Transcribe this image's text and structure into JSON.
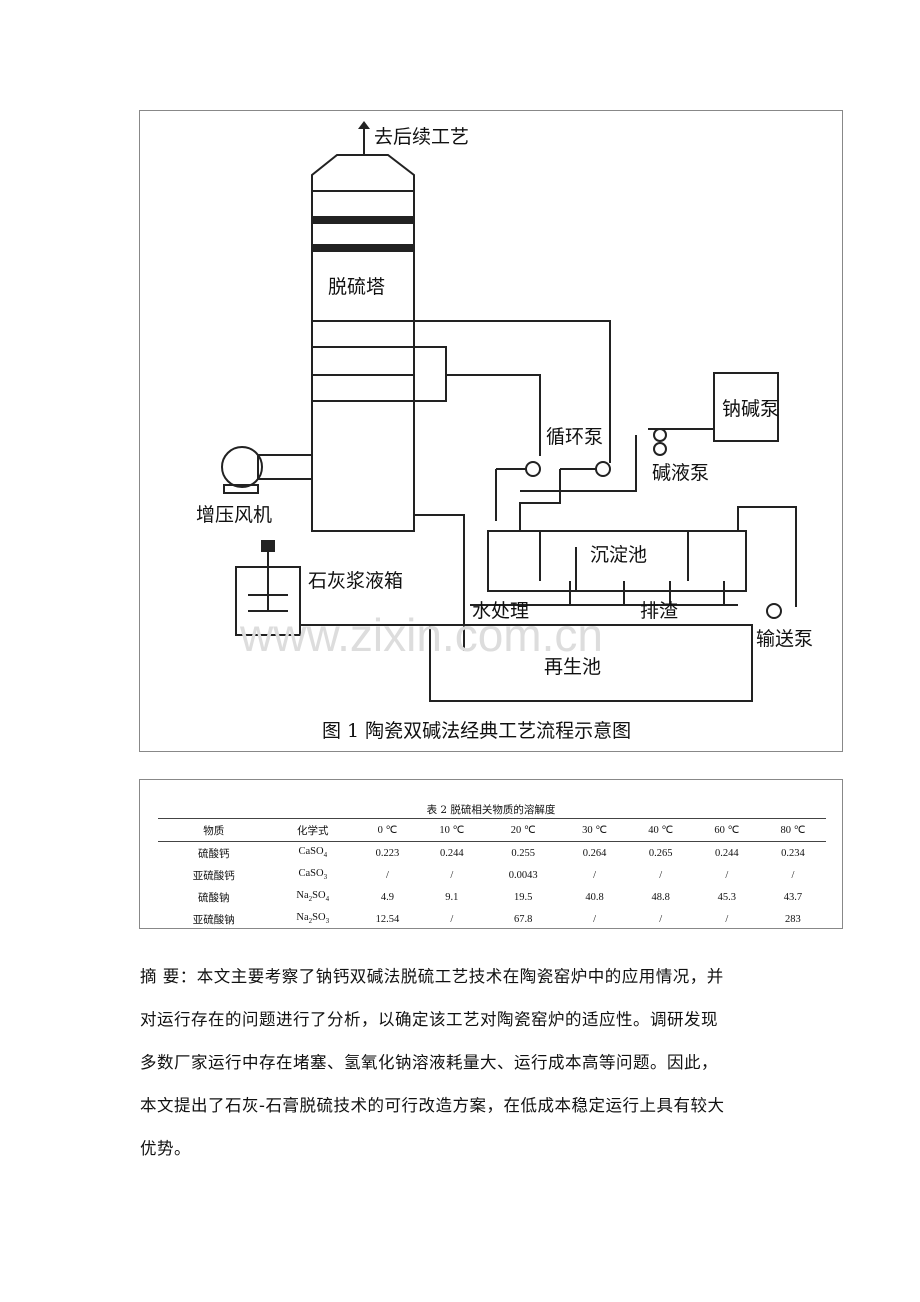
{
  "figure": {
    "caption": "图 1   陶瓷双碱法经典工艺流程示意图",
    "labels": {
      "outlet": "去后续工艺",
      "tower": "脱硫塔",
      "booster_fan": "增压风机",
      "lime_tank": "石灰浆液箱",
      "circ_pump": "循环泵",
      "sodium_pump": "钠碱泵",
      "alkali_pump": "碱液泵",
      "settling_tank": "沉淀池",
      "water_treatment": "水处理",
      "slag_discharge": "排渣",
      "transfer_pump": "输送泵",
      "regen_tank": "再生池"
    },
    "watermark": "www.zixin.com.cn"
  },
  "table": {
    "caption": "表 2  脱硫相关物质的溶解度",
    "headers": [
      "物质",
      "化学式",
      "0 ℃",
      "10 ℃",
      "20 ℃",
      "30 ℃",
      "40 ℃",
      "60 ℃",
      "80 ℃"
    ],
    "rows": [
      {
        "name": "硫酸钙",
        "formula": "CaSO4",
        "values": [
          "0.223",
          "0.244",
          "0.255",
          "0.264",
          "0.265",
          "0.244",
          "0.234"
        ]
      },
      {
        "name": "亚硫酸钙",
        "formula": "CaSO3",
        "values": [
          "/",
          "/",
          "0.0043",
          "/",
          "/",
          "/",
          "/"
        ]
      },
      {
        "name": "硫酸钠",
        "formula": "Na2SO4",
        "values": [
          "4.9",
          "9.1",
          "19.5",
          "40.8",
          "48.8",
          "45.3",
          "43.7"
        ]
      },
      {
        "name": "亚硫酸钠",
        "formula": "Na2SO3",
        "values": [
          "12.54",
          "/",
          "67.8",
          "/",
          "/",
          "/",
          "283"
        ]
      }
    ]
  },
  "abstract": {
    "lines": [
      "摘  要：本文主要考察了钠钙双碱法脱硫工艺技术在陶瓷窑炉中的应用情况，并",
      "对运行存在的问题进行了分析，以确定该工艺对陶瓷窑炉的适应性。调研发现",
      "多数厂家运行中存在堵塞、氢氧化钠溶液耗量大、运行成本高等问题。因此，",
      "本文提出了石灰-石膏脱硫技术的可行改造方案，在低成本稳定运行上具有较大",
      "优势。"
    ]
  }
}
